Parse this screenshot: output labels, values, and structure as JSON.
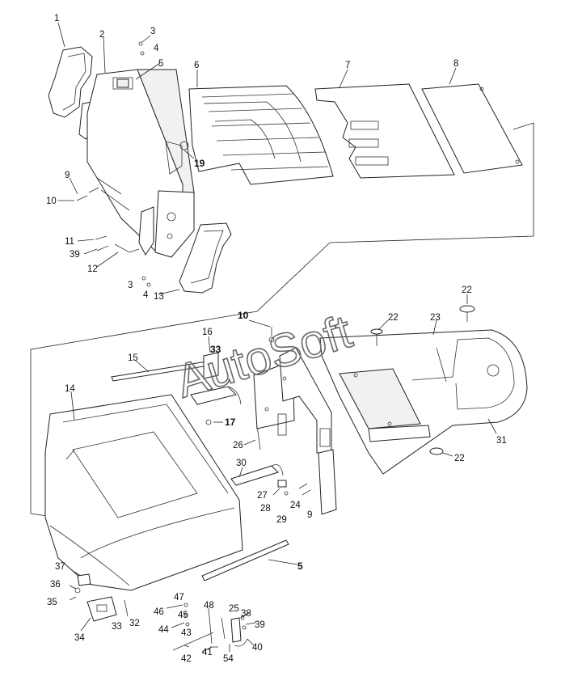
{
  "watermark": "AutoSoft",
  "callouts": [
    {
      "id": "c1",
      "text": "1"
    },
    {
      "id": "c2",
      "text": "2"
    },
    {
      "id": "c3a",
      "text": "3"
    },
    {
      "id": "c4a",
      "text": "4"
    },
    {
      "id": "c5a",
      "text": "5"
    },
    {
      "id": "c6",
      "text": "6"
    },
    {
      "id": "c7",
      "text": "7"
    },
    {
      "id": "c8",
      "text": "8"
    },
    {
      "id": "c19",
      "text": "19"
    },
    {
      "id": "c9a",
      "text": "9"
    },
    {
      "id": "c10a",
      "text": "10"
    },
    {
      "id": "c11",
      "text": "11"
    },
    {
      "id": "c39a",
      "text": "39"
    },
    {
      "id": "c12",
      "text": "12"
    },
    {
      "id": "c3b",
      "text": "3"
    },
    {
      "id": "c4b",
      "text": "4"
    },
    {
      "id": "c13",
      "text": "13"
    },
    {
      "id": "c10b",
      "text": "10"
    },
    {
      "id": "c16",
      "text": "16"
    },
    {
      "id": "c33a",
      "text": "33"
    },
    {
      "id": "c15",
      "text": "15"
    },
    {
      "id": "c14",
      "text": "14"
    },
    {
      "id": "c17",
      "text": "17"
    },
    {
      "id": "c26",
      "text": "26"
    },
    {
      "id": "c30",
      "text": "30"
    },
    {
      "id": "c27",
      "text": "27"
    },
    {
      "id": "c28",
      "text": "28"
    },
    {
      "id": "c29",
      "text": "29"
    },
    {
      "id": "c24",
      "text": "24"
    },
    {
      "id": "c9b",
      "text": "9"
    },
    {
      "id": "c22a",
      "text": "22"
    },
    {
      "id": "c22b",
      "text": "22"
    },
    {
      "id": "c23",
      "text": "23"
    },
    {
      "id": "c31",
      "text": "31"
    },
    {
      "id": "c22c",
      "text": "22"
    },
    {
      "id": "c5b",
      "text": "5"
    },
    {
      "id": "c37",
      "text": "37"
    },
    {
      "id": "c36",
      "text": "36"
    },
    {
      "id": "c35",
      "text": "35"
    },
    {
      "id": "c34",
      "text": "34"
    },
    {
      "id": "c33b",
      "text": "33"
    },
    {
      "id": "c32",
      "text": "32"
    },
    {
      "id": "c47",
      "text": "47"
    },
    {
      "id": "c46",
      "text": "46"
    },
    {
      "id": "c45",
      "text": "45"
    },
    {
      "id": "c44",
      "text": "44"
    },
    {
      "id": "c43",
      "text": "43"
    },
    {
      "id": "c48",
      "text": "48"
    },
    {
      "id": "c42",
      "text": "42"
    },
    {
      "id": "c41",
      "text": "41"
    },
    {
      "id": "c54",
      "text": "54"
    },
    {
      "id": "c25",
      "text": "25"
    },
    {
      "id": "c38",
      "text": "38"
    },
    {
      "id": "c39b",
      "text": "39"
    },
    {
      "id": "c40",
      "text": "40"
    }
  ]
}
